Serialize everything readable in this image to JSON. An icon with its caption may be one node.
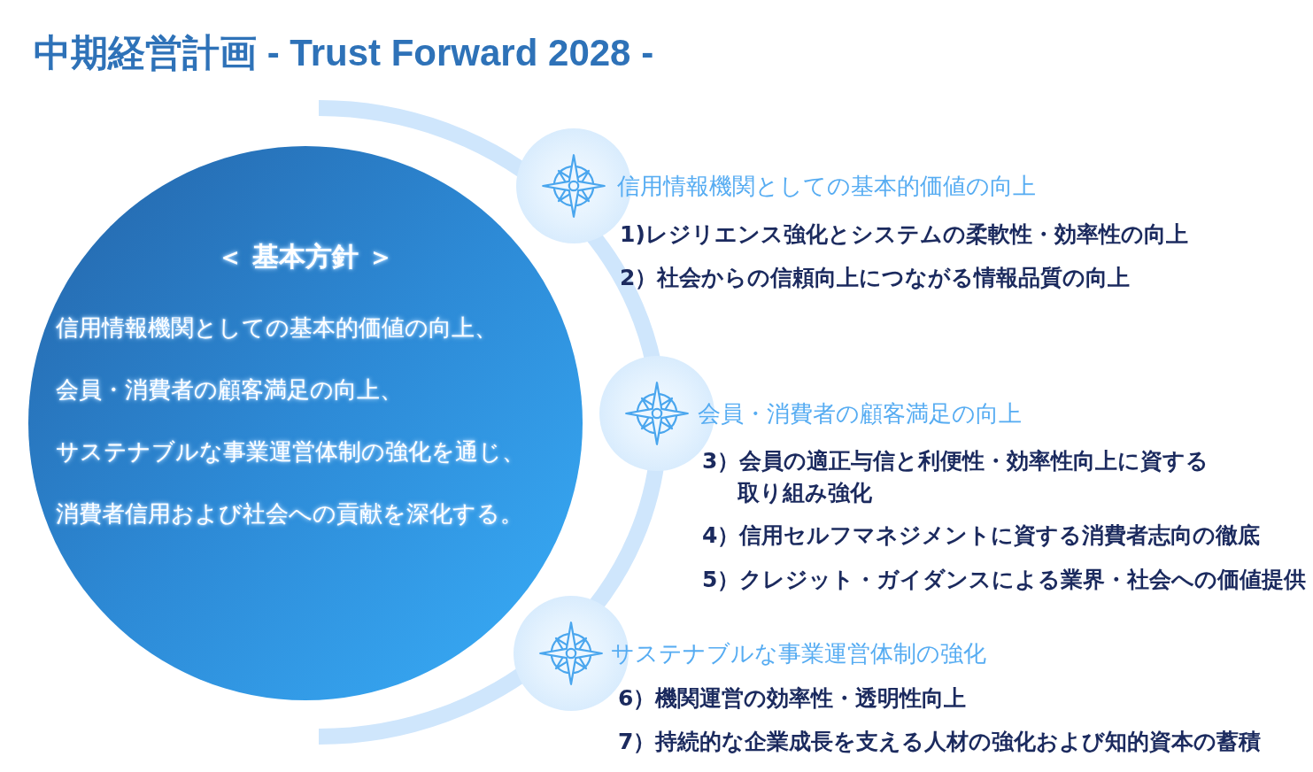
{
  "diagram": {
    "title": "中期経営計画 - Trust Forward 2028 -",
    "nodes": [
      {
        "text": [
          "＜ 基本方針 ＞",
          "信用情報機関としての基本的価値の向上、会員・消費者の顧客満足の向上、サステナブルな事業運営体制の強化を通じ、消費者信用および社会への貢献を深化する。"
        ]
      },
      {
        "text": [],
        "shape": "circle",
        "beside": [
          "信用情報機関としての基本的価値の向上"
        ]
      },
      {
        "text": [],
        "shape": "circle",
        "beside": [
          "会員・消費者の顧客満足の向上"
        ]
      },
      {
        "text": [],
        "shape": "circle",
        "beside": [
          "サステナブルな事業運営体制の強化"
        ]
      }
    ],
    "labels": [
      "1)レジリエンス強化とシステムの柔軟性・効率性の向上",
      "2）社会からの信頼向上につながる情報品質の向上",
      "3）会員の適正与信と利便性・効率性向上に資する取り組み強化",
      "4）信用セルフマネジメントに資する消費者志向の徹底",
      "5）クレジット・ガイダンスによる業界・社会への価値提供",
      "6）機関運営の効率性・透明性向上",
      "7）持続的な企業成長を支える人材の強化および知的資本の蓄積"
    ]
  }
}
